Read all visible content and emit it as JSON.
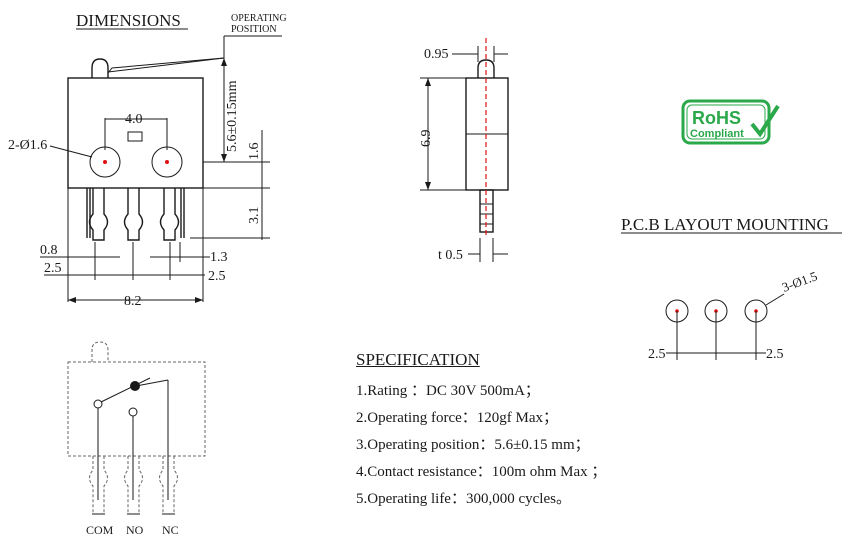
{
  "dimensions_title": "DIMENSIONS",
  "operating_position_label": [
    "OPERATING",
    "POSITION"
  ],
  "front_view": {
    "hole_label": "2-Ø1.6",
    "pitch_top": "4.0",
    "op_pos_dim": "5.6±0.15mm",
    "dim_1_6": "1.6",
    "dim_3_1": "3.1",
    "dim_0_8": "0.8",
    "dim_1_3": "1.3",
    "dim_2_5_left": "2.5",
    "dim_2_5_right": "2.5",
    "dim_8_2": "8.2"
  },
  "side_view": {
    "dim_0_95": "0.95",
    "dim_6_9": "6.9",
    "dim_t": "t 0.5"
  },
  "rohs": {
    "line1": "RoHS",
    "line2": "Compliant",
    "color": "#2aa84a"
  },
  "pcb_layout": {
    "title": "P.C.B LAYOUT MOUNTING",
    "hole_label": "3-Ø1.5",
    "dim_left": "2.5",
    "dim_right": "2.5"
  },
  "schematic": {
    "pins": [
      "COM",
      "NO",
      "NC"
    ]
  },
  "specification": {
    "title": "SPECIFICATION",
    "items": [
      "1.Rating ：DC 30V 500mA；",
      "2.Operating force：120gf Max；",
      "3.Operating position：5.6±0.15 mm；",
      "4.Contact resistance：100m ohm Max ；",
      "5.Operating life：300,000 cycles。"
    ]
  }
}
